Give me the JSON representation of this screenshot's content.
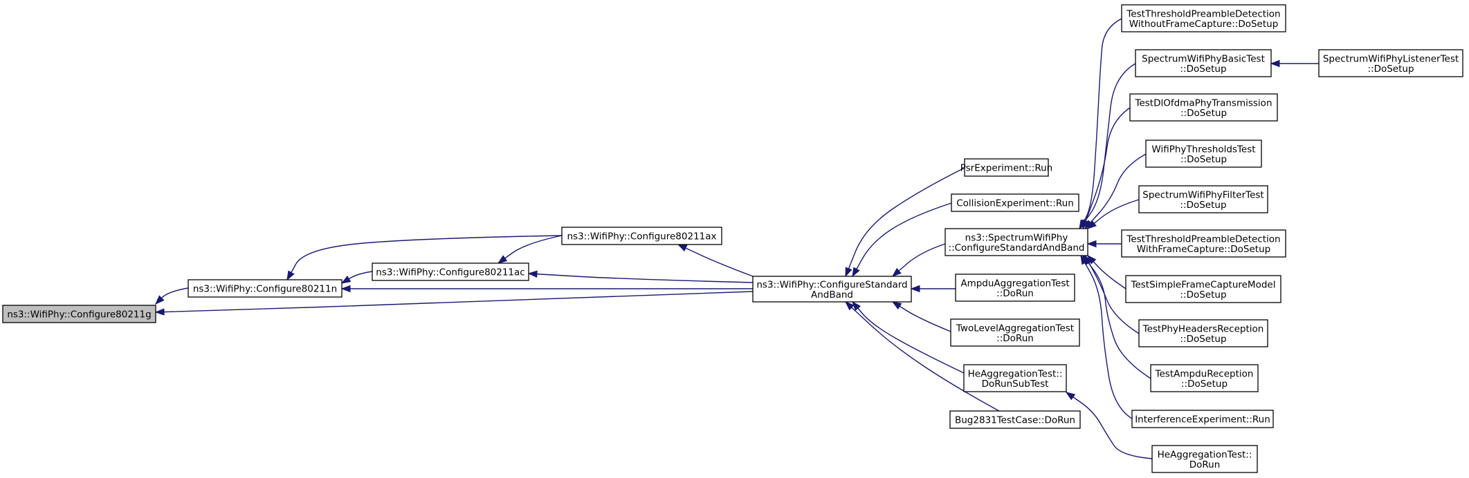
{
  "diagram": {
    "type": "call-graph",
    "nodes": [
      {
        "id": "cfg_g",
        "lines": [
          "ns3::WifiPhy::Configure80211g"
        ],
        "root": true
      },
      {
        "id": "cfg_n",
        "lines": [
          "ns3::WifiPhy::Configure80211n"
        ]
      },
      {
        "id": "cfg_ac",
        "lines": [
          "ns3::WifiPhy::Configure80211ac"
        ]
      },
      {
        "id": "cfg_ax",
        "lines": [
          "ns3::WifiPhy::Configure80211ax"
        ]
      },
      {
        "id": "csab",
        "lines": [
          "ns3::WifiPhy::ConfigureStandard",
          "AndBand"
        ]
      },
      {
        "id": "psr",
        "lines": [
          "PsrExperiment::Run"
        ]
      },
      {
        "id": "coll",
        "lines": [
          "CollisionExperiment::Run"
        ]
      },
      {
        "id": "spec_csab",
        "lines": [
          "ns3::SpectrumWifiPhy",
          "::ConfigureStandardAndBand"
        ]
      },
      {
        "id": "ampdu_agg",
        "lines": [
          "AmpduAggregationTest",
          "::DoRun"
        ]
      },
      {
        "id": "twolevel",
        "lines": [
          "TwoLevelAggregationTest",
          "::DoRun"
        ]
      },
      {
        "id": "he_sub",
        "lines": [
          "HeAggregationTest::",
          "DoRunSubTest"
        ]
      },
      {
        "id": "bug2831",
        "lines": [
          "Bug2831TestCase::DoRun"
        ]
      },
      {
        "id": "he_run",
        "lines": [
          "HeAggregationTest::",
          "DoRun"
        ]
      },
      {
        "id": "tpd_wo",
        "lines": [
          "TestThresholdPreambleDetection",
          "WithoutFrameCapture::DoSetup"
        ]
      },
      {
        "id": "swpb",
        "lines": [
          "SpectrumWifiPhyBasicTest",
          "::DoSetup"
        ]
      },
      {
        "id": "swpl",
        "lines": [
          "SpectrumWifiPhyListenerTest",
          "::DoSetup"
        ]
      },
      {
        "id": "dlofdma",
        "lines": [
          "TestDlOfdmaPhyTransmission",
          "::DoSetup"
        ]
      },
      {
        "id": "wpth",
        "lines": [
          "WifiPhyThresholdsTest",
          "::DoSetup"
        ]
      },
      {
        "id": "swpf",
        "lines": [
          "SpectrumWifiPhyFilterTest",
          "::DoSetup"
        ]
      },
      {
        "id": "tpd_w",
        "lines": [
          "TestThresholdPreambleDetection",
          "WithFrameCapture::DoSetup"
        ]
      },
      {
        "id": "sfcm",
        "lines": [
          "TestSimpleFrameCaptureModel",
          "::DoSetup"
        ]
      },
      {
        "id": "phr",
        "lines": [
          "TestPhyHeadersReception",
          "::DoSetup"
        ]
      },
      {
        "id": "ampdu_rx",
        "lines": [
          "TestAmpduReception",
          "::DoSetup"
        ]
      },
      {
        "id": "interf",
        "lines": [
          "InterferenceExperiment::Run"
        ]
      }
    ],
    "edges": [
      [
        "cfg_n",
        "cfg_g"
      ],
      [
        "csab",
        "cfg_g"
      ],
      [
        "cfg_ac",
        "cfg_n"
      ],
      [
        "cfg_ax",
        "cfg_n"
      ],
      [
        "csab",
        "cfg_n"
      ],
      [
        "cfg_ax",
        "cfg_ac"
      ],
      [
        "csab",
        "cfg_ac"
      ],
      [
        "csab",
        "cfg_ax"
      ],
      [
        "psr",
        "csab"
      ],
      [
        "coll",
        "csab"
      ],
      [
        "spec_csab",
        "csab"
      ],
      [
        "ampdu_agg",
        "csab"
      ],
      [
        "twolevel",
        "csab"
      ],
      [
        "he_sub",
        "csab"
      ],
      [
        "bug2831",
        "csab"
      ],
      [
        "he_run",
        "he_sub"
      ],
      [
        "tpd_wo",
        "spec_csab"
      ],
      [
        "swpb",
        "spec_csab"
      ],
      [
        "dlofdma",
        "spec_csab"
      ],
      [
        "wpth",
        "spec_csab"
      ],
      [
        "swpf",
        "spec_csab"
      ],
      [
        "tpd_w",
        "spec_csab"
      ],
      [
        "sfcm",
        "spec_csab"
      ],
      [
        "phr",
        "spec_csab"
      ],
      [
        "ampdu_rx",
        "spec_csab"
      ],
      [
        "interf",
        "spec_csab"
      ],
      [
        "swpl",
        "swpb"
      ]
    ],
    "colors": {
      "edge": "#191970",
      "root_fill": "#bfbfbf",
      "node_fill": "#ffffff",
      "node_stroke": "#000000"
    }
  }
}
